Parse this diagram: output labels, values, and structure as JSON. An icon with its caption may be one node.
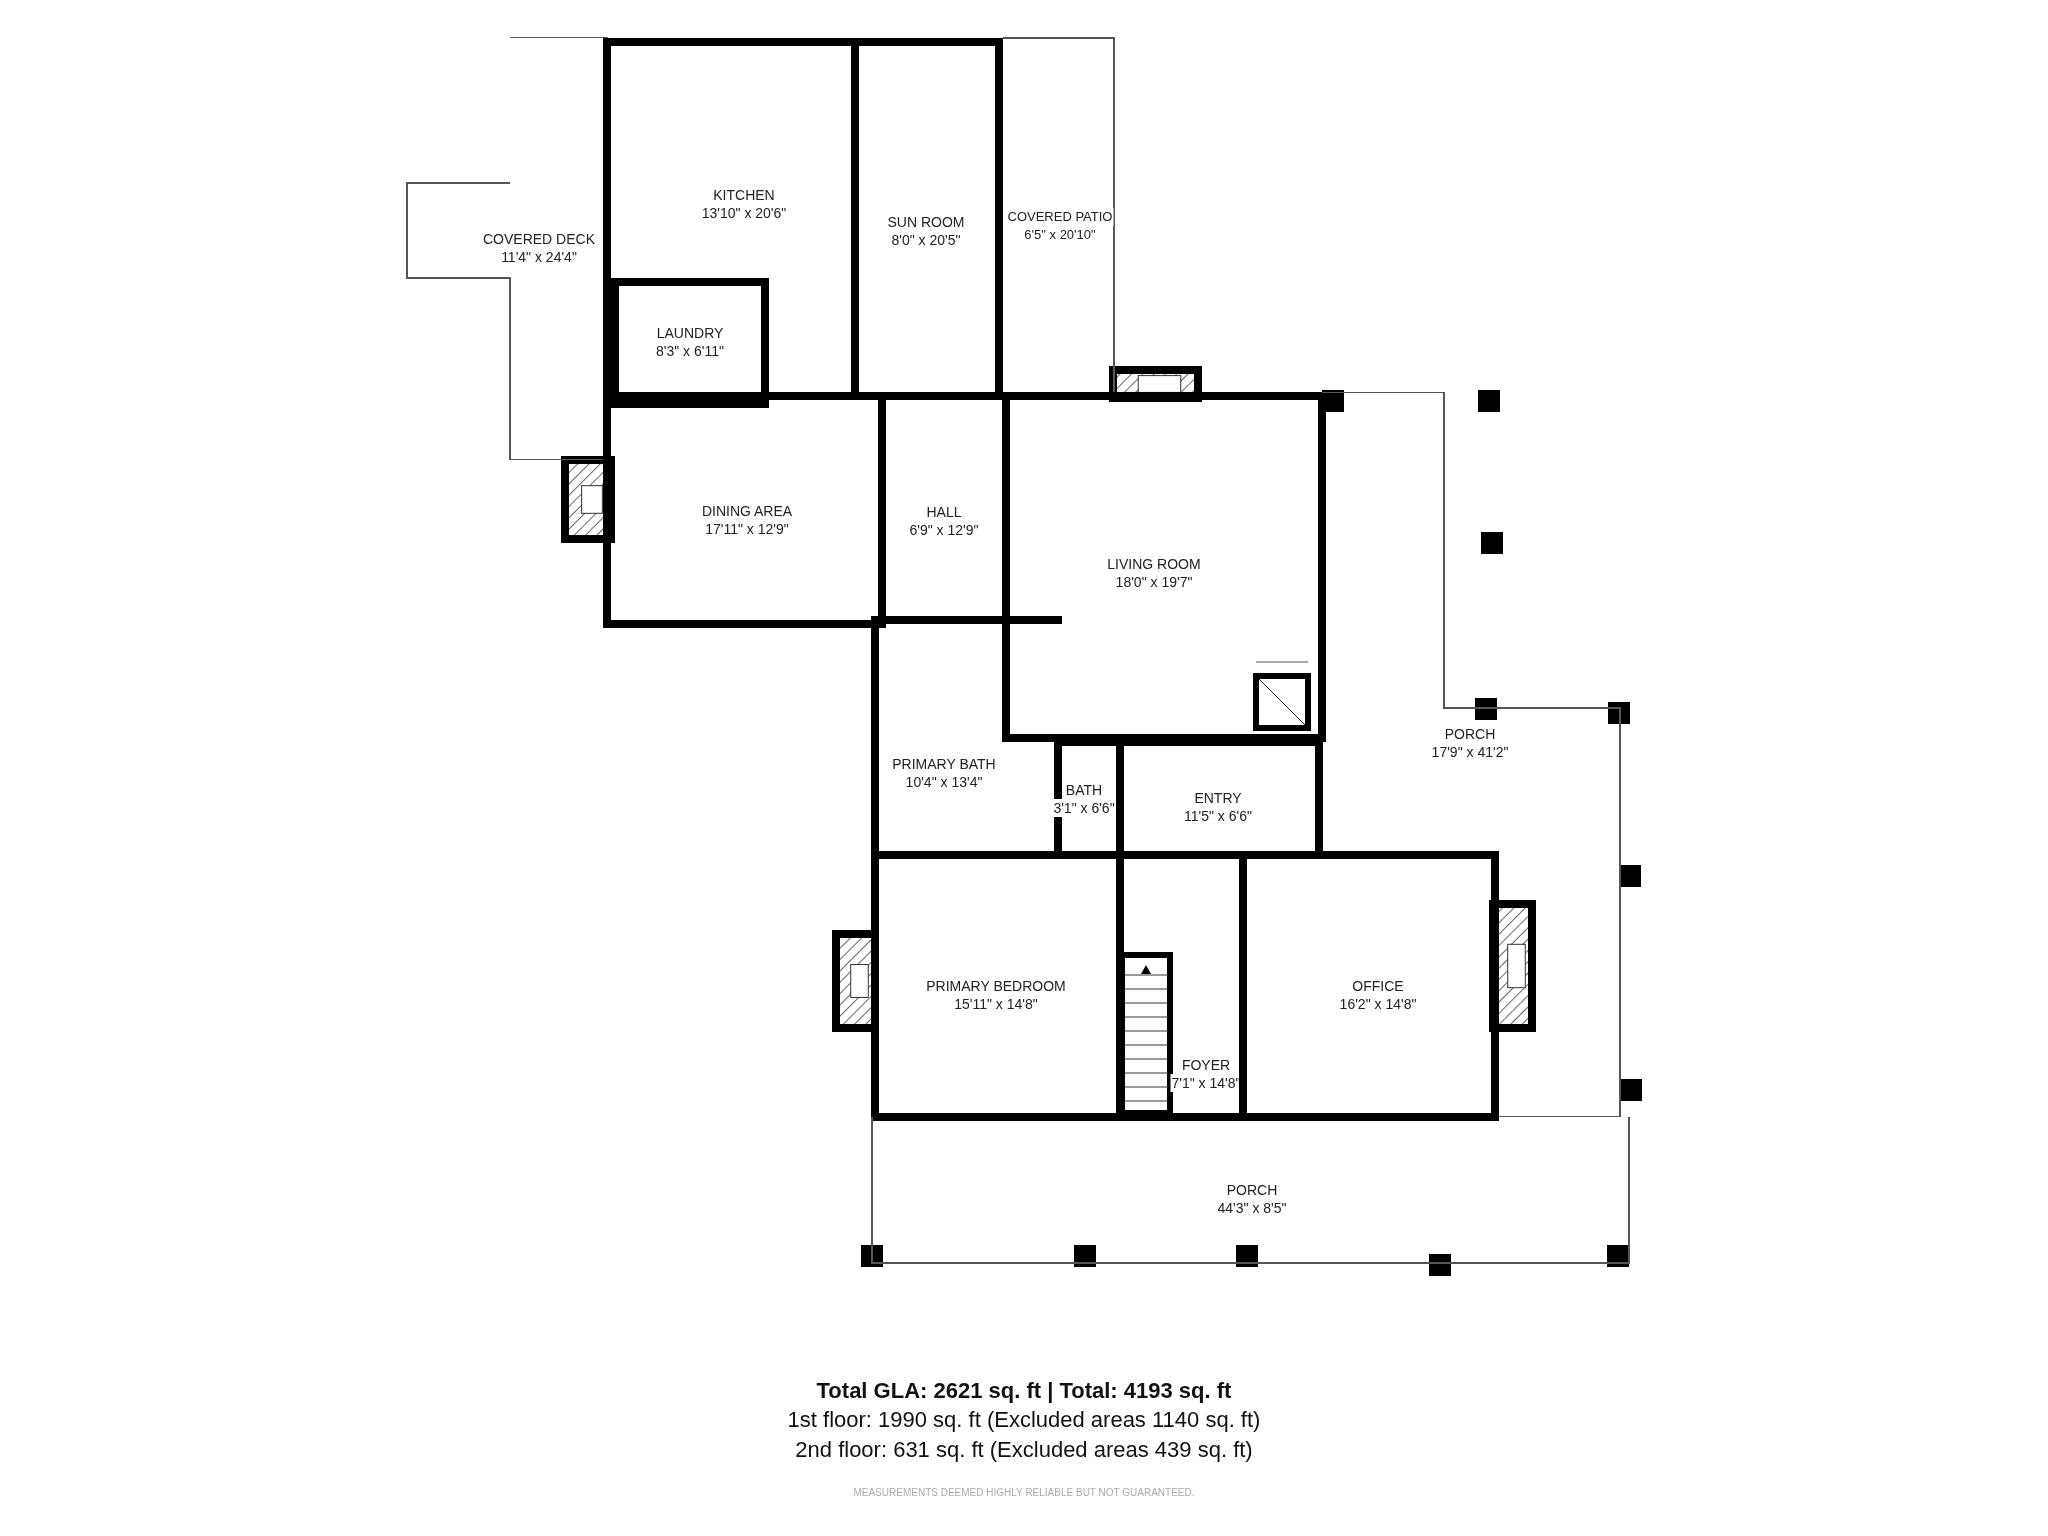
{
  "diagram": {
    "nodes": [
      {
        "text": [
          "COVERED DECK",
          "11'4\" x 24'4\""
        ]
      },
      {
        "text": [
          "KITCHEN",
          "13'10\" x 20'6\""
        ]
      },
      {
        "text": [
          "LAUNDRY",
          "8'3\" x 6'11\""
        ],
        "in": 1
      },
      {
        "text": [
          "SUN ROOM",
          "8'0\" x 20'5\""
        ]
      },
      {
        "text": [
          "COVERED PATIO",
          "6'5\" x 20'10\""
        ]
      },
      {
        "text": [
          "DINING AREA",
          "17'11\" x 12'9\""
        ]
      },
      {
        "text": [
          "HALL",
          "6'9\" x 12'9\""
        ]
      },
      {
        "text": [
          "LIVING ROOM",
          "18'0\" x 19'7\""
        ]
      },
      {
        "text": [
          "PORCH",
          "17'9\" x 41'2\""
        ]
      },
      {
        "text": [
          "PRIMARY BATH",
          "10'4\" x 13'4\""
        ]
      },
      {
        "text": [
          "BATH",
          "3'1\" x 6'6\""
        ]
      },
      {
        "text": [
          "ENTRY",
          "11'5\" x 6'6\""
        ]
      },
      {
        "text": [
          "PRIMARY BEDROOM",
          "15'11\" x 14'8\""
        ]
      },
      {
        "text": [
          "FOYER",
          "7'1\" x 14'8\""
        ]
      },
      {
        "text": [
          "OFFICE",
          "16'2\" x 14'8\""
        ]
      },
      {
        "text": [
          "PORCH",
          "44'3\" x 8'5\""
        ]
      }
    ],
    "labels": [
      "Total GLA: 2621 sq. ft | Total: 4193 sq. ft",
      "1st floor: 1990 sq. ft (Excluded areas 1140 sq. ft)",
      "2nd floor: 631 sq. ft (Excluded areas 439 sq. ft)",
      "MEASUREMENTS DEEMED HIGHLY RELIABLE BUT NOT GUARANTEED."
    ]
  }
}
